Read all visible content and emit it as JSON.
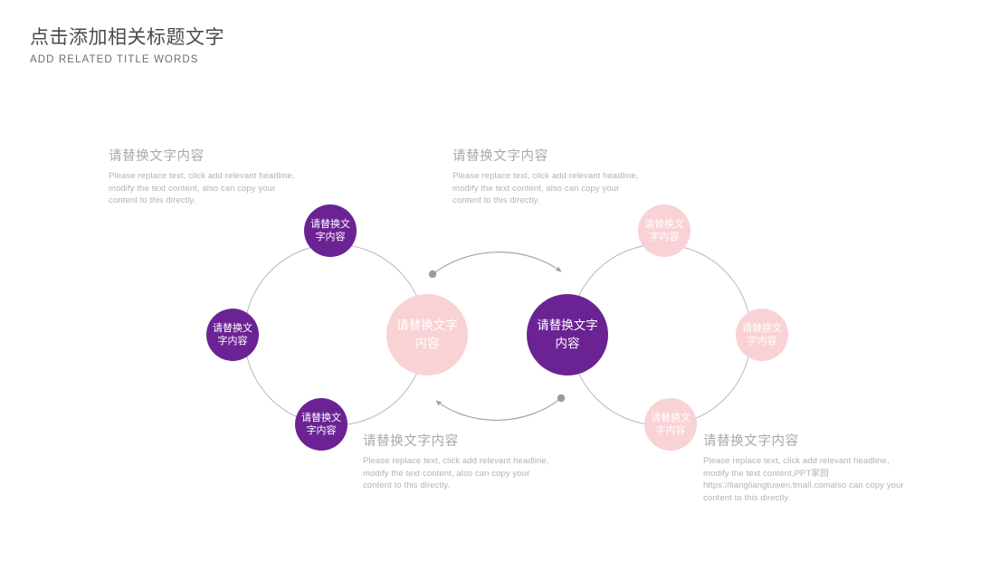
{
  "header": {
    "title_cn": "点击添加相关标题文字",
    "title_en": "ADD RELATED TITLE WORDS"
  },
  "colors": {
    "purple": "#6B2394",
    "pink": "#F9D2D6",
    "ring_stroke": "#b9b9bd",
    "arrow": "#9a9a9e",
    "heading_text": "#a8a8ad",
    "body_text": "#b2b2b8",
    "title_text": "#4a4a4a"
  },
  "nodes": {
    "left_ring": {
      "hub": {
        "label": "请替换文字内容",
        "color": "pink"
      },
      "satellites": [
        {
          "label": "请替换文字内容",
          "color": "purple",
          "position": "top"
        },
        {
          "label": "请替换文字内容",
          "color": "purple",
          "position": "left"
        },
        {
          "label": "请替换文字内容",
          "color": "purple",
          "position": "bottom"
        }
      ]
    },
    "right_ring": {
      "hub": {
        "label": "请替换文字内容",
        "color": "purple"
      },
      "satellites": [
        {
          "label": "请替换文字内容",
          "color": "pink",
          "position": "top"
        },
        {
          "label": "请替换文字内容",
          "color": "pink",
          "position": "right"
        },
        {
          "label": "请替换文字内容",
          "color": "pink",
          "position": "bottom"
        }
      ]
    }
  },
  "text_blocks": {
    "top_left": {
      "heading": "请替换文字内容",
      "body": "Please replace text, click add relevant headline, modify the text content, also can copy your content to this directly."
    },
    "top_right": {
      "heading": "请替换文字内容",
      "body": "Please replace text, click add relevant headline, modify the text content, also can copy your content to this directly."
    },
    "bottom_left": {
      "heading": "请替换文字内容",
      "body": "Please replace text, click add relevant headline, modify the text content, also can copy your content to this directly."
    },
    "bottom_right": {
      "heading": "请替换文字内容",
      "body_line1": "Please replace text, click add relevant headline,",
      "body_line2": "modify the text content,PPT家园",
      "body_line3": "https://liangliangtuwen.tmall.comalso can copy your",
      "body_line4": "content to this directly."
    }
  }
}
